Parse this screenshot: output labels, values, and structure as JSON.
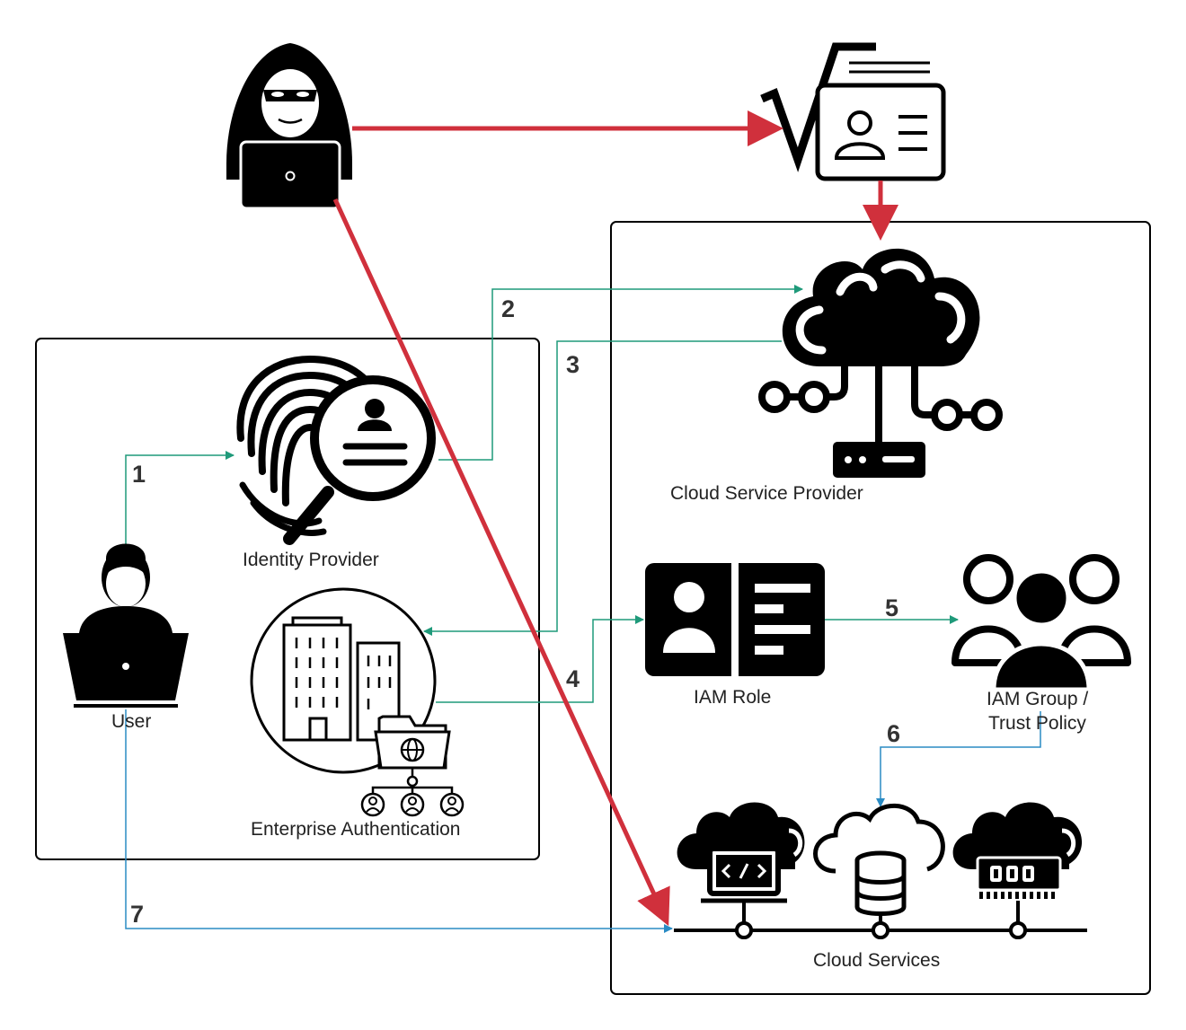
{
  "labels": {
    "identity_provider": "Identity Provider",
    "user": "User",
    "enterprise_auth": "Enterprise Authentication",
    "cloud_service_provider": "Cloud Service Provider",
    "iam_role": "IAM Role",
    "iam_group_line1": "IAM Group /",
    "iam_group_line2": "Trust Policy",
    "cloud_services": "Cloud Services"
  },
  "steps": [
    "1",
    "2",
    "3",
    "4",
    "5",
    "6",
    "7"
  ],
  "colors": {
    "attack": "#d0303c",
    "flow_green": "#1f9a7a",
    "flow_blue": "#2a8bc4",
    "icon": "#000000"
  },
  "icons": [
    "hacker-icon",
    "forged-credential-icon",
    "fingerprint-search-icon",
    "user-laptop-icon",
    "enterprise-building-icon",
    "cloud-network-icon",
    "id-card-icon",
    "user-group-icon",
    "cloud-code-icon",
    "cloud-database-icon",
    "cloud-memory-icon"
  ]
}
